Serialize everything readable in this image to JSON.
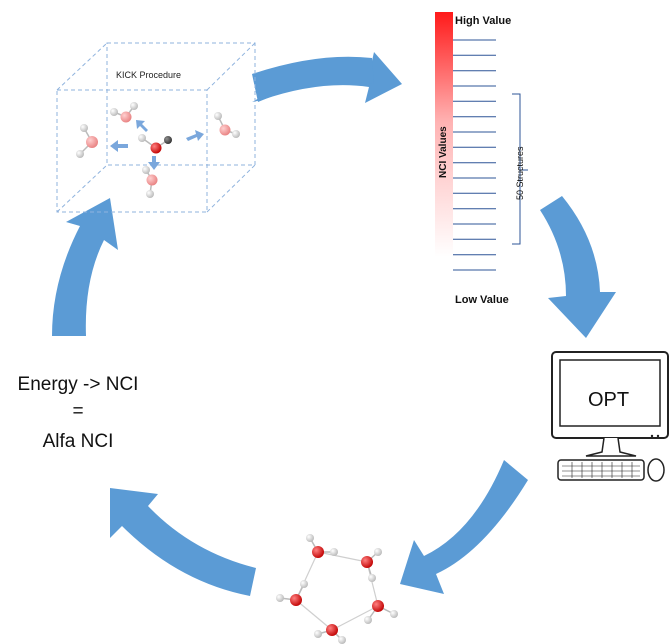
{
  "diagram": {
    "kick": {
      "title": "KICK Procedure"
    },
    "ranking": {
      "high_label": "High Value",
      "low_label": "Low Value",
      "axis_label": "NCI Values",
      "group_label": "50 Structures",
      "bar_count": 16
    },
    "computer": {
      "screen_text": "OPT"
    },
    "energy": {
      "line1": "Energy -> NCI",
      "line2": "=",
      "line3": "Alfa NCI"
    },
    "colors": {
      "arrow": "#5b9bd5",
      "cube_dash": "#8fb3de",
      "ranking_line": "#2e5597",
      "gradient_top": "#ff0000",
      "oxygen": "#e02020",
      "hydrogen": "#e6e6e6"
    }
  }
}
